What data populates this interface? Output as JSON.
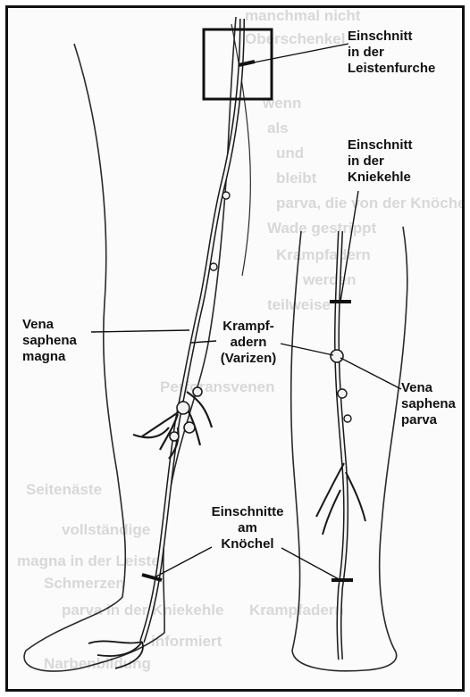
{
  "labels": {
    "einschnitt_leiste": [
      "Einschnitt",
      "in der",
      "Leistenfurche"
    ],
    "einschnitt_knie": [
      "Einschnitt",
      "in der",
      "Kniekehle"
    ],
    "vena_magna": [
      "Vena",
      "saphena",
      "magna"
    ],
    "krampfadern": [
      "Krampf-",
      "adern",
      "(Varizen)"
    ],
    "vena_parva": [
      "Vena",
      "saphena",
      "parva"
    ],
    "einschnitte_knoechel": [
      "Einschnitte",
      "am",
      "Knöchel"
    ]
  },
  "background_text_fragments": [
    "manchmal nicht",
    "Oberschenkel",
    "wenn",
    "als",
    "und",
    "bleibt",
    "parva, die von der Knöchelhöhe",
    "Wade gestrippt",
    "Krampfadern",
    "werden",
    "teilweise",
    "Seitenäste",
    "vollständige",
    "Perforansvenen",
    "Schmerzen",
    "magna in der Leiste",
    "parva in der Kniekehle",
    "Krampfadern",
    "informiert",
    "Narbenbildung"
  ],
  "colors": {
    "frame": "#111111",
    "ink": "#1a1a1a",
    "vein_fill": "#f2f2f2",
    "background_text": "#d9d9d9"
  }
}
